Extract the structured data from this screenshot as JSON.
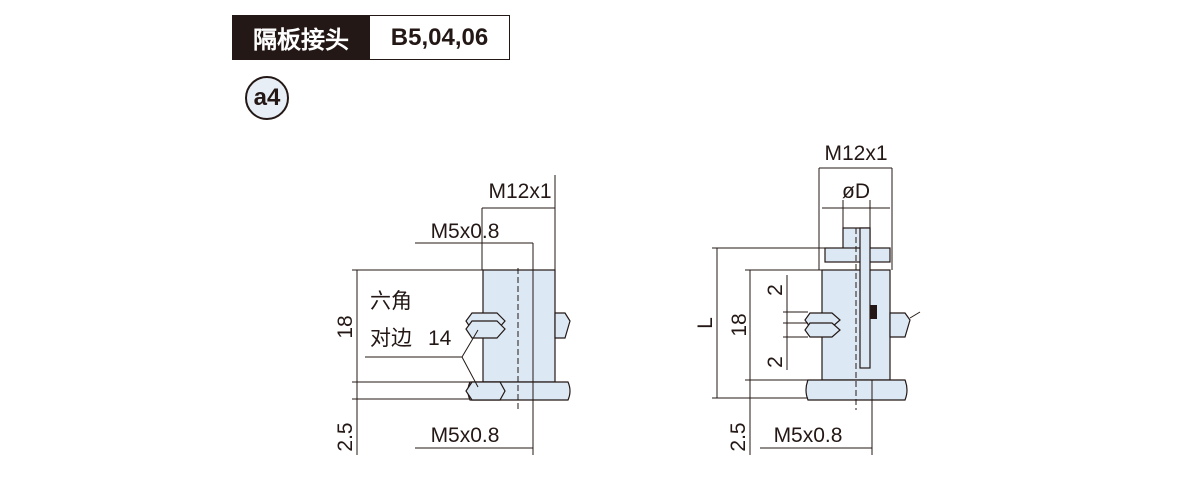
{
  "header": {
    "category": "隔板接头",
    "models": "B5,04,06"
  },
  "badge": "a4",
  "left_drawing": {
    "thread_outer": "M12x1",
    "thread_top": "M5x0.8",
    "thread_bottom": "M5x0.8",
    "height": "18",
    "offset": "2.5",
    "hex_label_line1": "六角",
    "hex_label_line2": "对边",
    "hex_size": "14"
  },
  "right_drawing": {
    "thread_outer": "M12x1",
    "tube_diameter": "øD",
    "length": "L",
    "height": "18",
    "nut_top": "2",
    "nut_bottom": "2",
    "offset": "2.5",
    "thread_bottom": "M5x0.8"
  }
}
